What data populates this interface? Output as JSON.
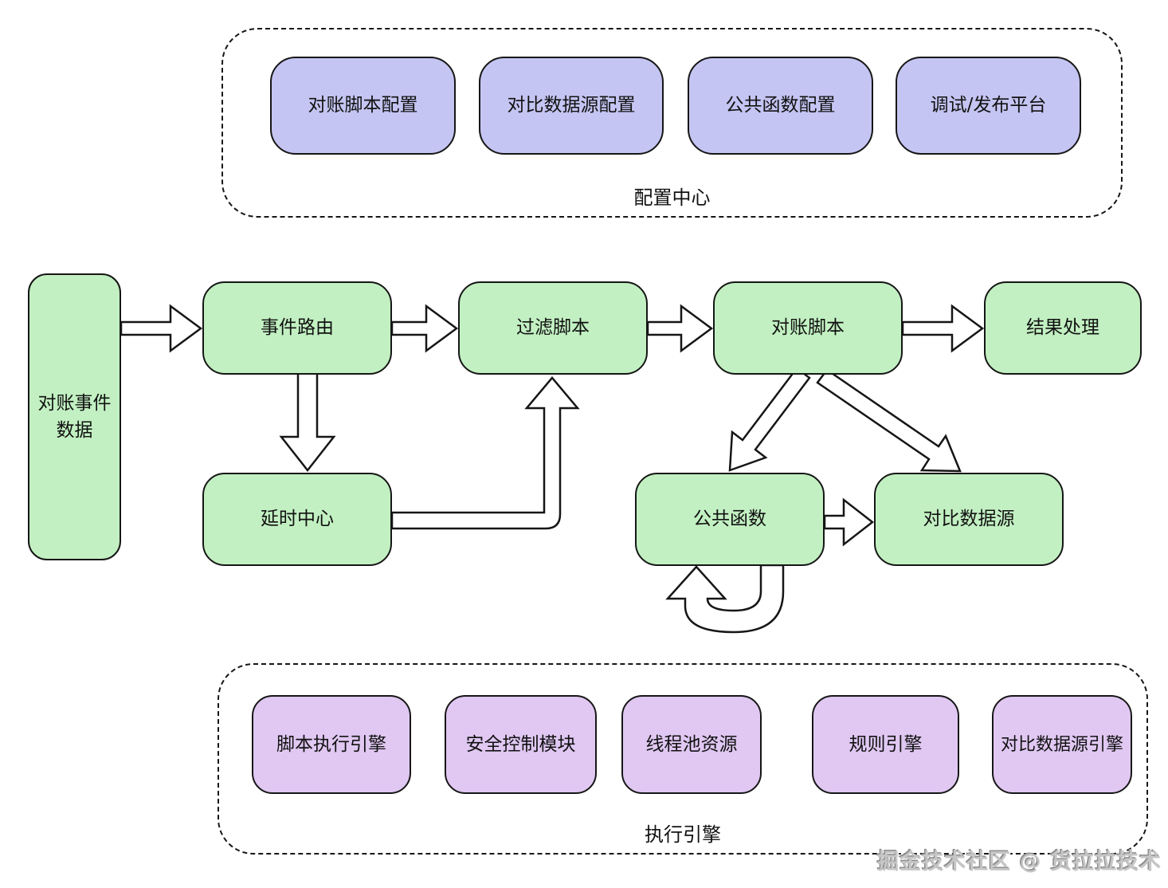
{
  "config_center": {
    "label": "配置中心",
    "boxes": [
      {
        "label": "对账脚本配置"
      },
      {
        "label": "对比数据源配置"
      },
      {
        "label": "公共函数配置"
      },
      {
        "label": "调试/发布平台"
      }
    ]
  },
  "pipeline": {
    "source": {
      "label": "对账事件数据"
    },
    "event_router": {
      "label": "事件路由"
    },
    "filter_script": {
      "label": "过滤脚本"
    },
    "reconciliation_script": {
      "label": "对账脚本"
    },
    "result_handler": {
      "label": "结果处理"
    },
    "delay_center": {
      "label": "延时中心"
    },
    "common_function": {
      "label": "公共函数"
    },
    "comparison_datasource": {
      "label": "对比数据源"
    }
  },
  "execution_engine": {
    "label": "执行引擎",
    "boxes": [
      {
        "label": "脚本执行引擎"
      },
      {
        "label": "安全控制模块"
      },
      {
        "label": "线程池资源"
      },
      {
        "label": "规则引擎"
      },
      {
        "label": "对比数据源引擎"
      }
    ]
  },
  "edges": [
    {
      "from": "对账事件数据",
      "to": "事件路由"
    },
    {
      "from": "事件路由",
      "to": "过滤脚本"
    },
    {
      "from": "过滤脚本",
      "to": "对账脚本"
    },
    {
      "from": "对账脚本",
      "to": "结果处理"
    },
    {
      "from": "事件路由",
      "to": "延时中心"
    },
    {
      "from": "延时中心",
      "to": "过滤脚本"
    },
    {
      "from": "对账脚本",
      "to": "公共函数"
    },
    {
      "from": "对账脚本",
      "to": "对比数据源"
    },
    {
      "from": "公共函数",
      "to": "对比数据源"
    },
    {
      "from": "公共函数",
      "to": "公共函数"
    }
  ],
  "watermark": "掘金技术社区 @ 货拉拉技术",
  "colors": {
    "config_box": "#c5c5f3",
    "flow_box": "#c2f0c2",
    "engine_box": "#e0c8f2"
  }
}
